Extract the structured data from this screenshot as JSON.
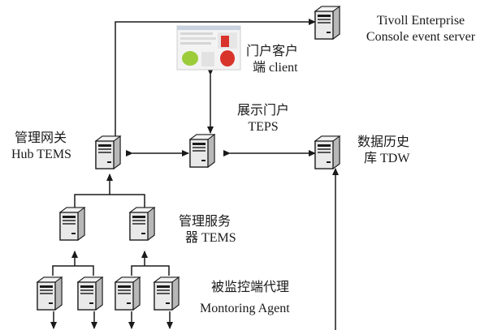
{
  "nodes": {
    "tec": {
      "line1": "Tivoll Enterprise",
      "line2": "Console event server",
      "icon": "server-icon"
    },
    "portal_client": {
      "line1": "门户客户",
      "line2": "端 client",
      "icon": "screenshot-thumbnail"
    },
    "teps": {
      "line1": "展示门户",
      "line2": "TEPS",
      "icon": "server-icon"
    },
    "hub": {
      "line1": "管理网关",
      "line2": "Hub TEMS",
      "icon": "server-icon"
    },
    "tdw": {
      "line1": "数据历史",
      "line2": "库 TDW",
      "icon": "server-icon"
    },
    "rtems": {
      "line1": "管理服务",
      "line2": "器 TEMS",
      "icon": "server-icon"
    },
    "agents": {
      "line1": "被监控端代理",
      "line2": "Montoring Agent",
      "icon": "server-icon"
    }
  },
  "colors": {
    "server_body": "#e6e6e6",
    "server_dark": "#1a1a1a",
    "line": "#1a1a1a",
    "thumb_red": "#d9342b",
    "thumb_green": "#9ccc3a"
  }
}
